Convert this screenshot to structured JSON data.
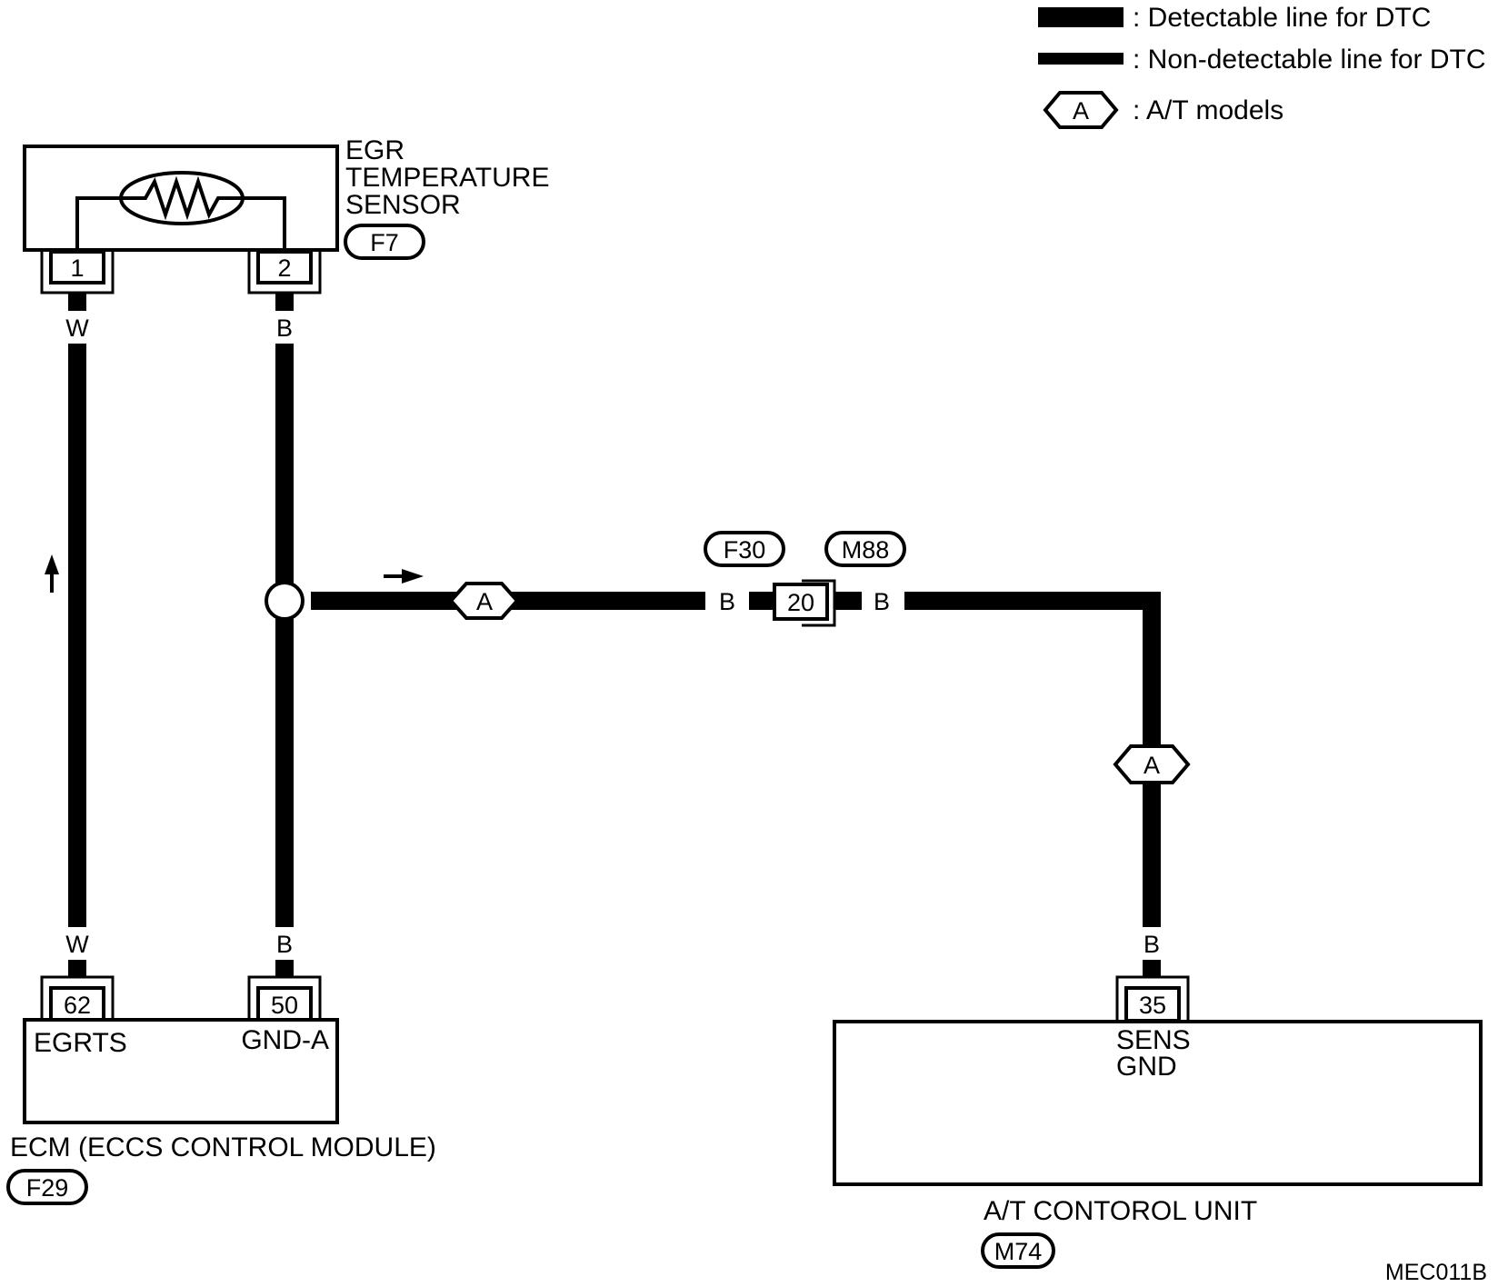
{
  "legend": {
    "detectable_label": ": Detectable line for DTC",
    "non_detectable_label": ": Non-detectable line for DTC",
    "at_marker_letter": "A",
    "at_models_label": ": A/T models"
  },
  "egr_sensor": {
    "name_line1": "EGR",
    "name_line2": "TEMPERATURE",
    "name_line3": "SENSOR",
    "connector_ref": "F7",
    "pin1": "1",
    "pin2": "2"
  },
  "wires": {
    "w_top": "W",
    "b_top": "B",
    "w_bottom": "W",
    "b_bottom": "B",
    "b_left_of_joint": "B",
    "b_right_of_joint": "B",
    "b_atcu": "B"
  },
  "joint": {
    "connector_left_ref": "F30",
    "connector_right_ref": "M88",
    "pin": "20"
  },
  "at_markers": {
    "horizontal": "A",
    "vertical": "A"
  },
  "ecm": {
    "pin_egrts": "62",
    "pin_gnd": "50",
    "label_egrts": "EGRTS",
    "label_gnd": "GND-A",
    "name": "ECM (ECCS CONTROL MODULE)",
    "connector_ref": "F29"
  },
  "at_control_unit": {
    "pin": "35",
    "label_line1": "SENS",
    "label_line2": "GND",
    "name": "A/T CONTOROL UNIT",
    "connector_ref": "M74"
  },
  "figure_code": "MEC011B",
  "colors": {
    "ink": "#000000",
    "paper": "#ffffff"
  }
}
